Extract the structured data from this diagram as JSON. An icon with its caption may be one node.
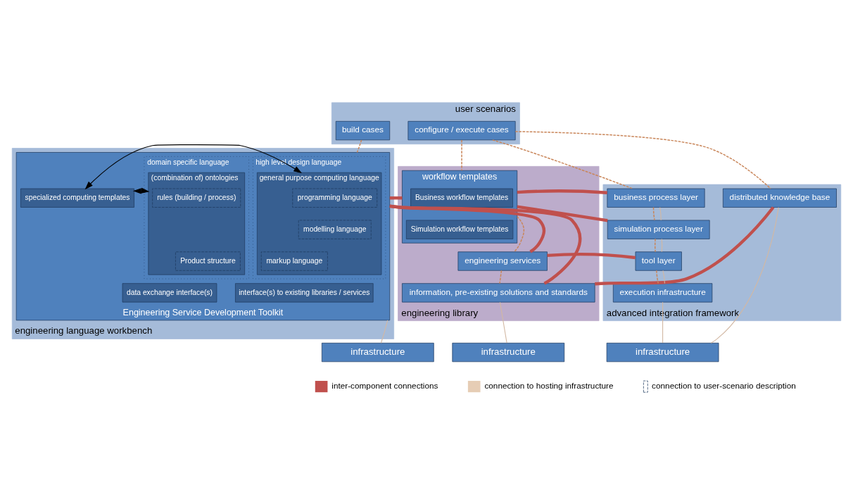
{
  "diagram": {
    "nodes": [
      {
        "text": [
          "user scenarios"
        ]
      },
      {
        "text": [
          "build cases"
        ],
        "in": 0
      },
      {
        "text": [
          "configure / execute cases"
        ],
        "in": 0
      },
      {
        "text": [
          "engineering language workbench"
        ]
      },
      {
        "text": [
          "Engineering Service Development Toolkit"
        ],
        "in": 3
      },
      {
        "text": [
          "high level design language"
        ],
        "in": 4
      },
      {
        "text": [
          "domain specific language"
        ],
        "in": 4
      },
      {
        "text": [
          "general purpose computing language"
        ],
        "in": 5
      },
      {
        "text": [
          "programming language"
        ],
        "in": 7
      },
      {
        "text": [
          "modelling language"
        ],
        "in": 7
      },
      {
        "text": [
          "markup language"
        ],
        "in": 7
      },
      {
        "text": [
          "specialized computing templates"
        ],
        "in": 4
      },
      {
        "text": [
          "(combination of) ontologies"
        ],
        "in": 6
      },
      {
        "text": [
          "rules (building / process)"
        ],
        "in": 12
      },
      {
        "text": [
          "Product structure"
        ],
        "in": 12
      },
      {
        "text": [
          "data exchange interface(s)"
        ],
        "in": 4
      },
      {
        "text": [
          "interface(s) to existing libraries / services"
        ],
        "in": 4
      },
      {
        "text": [
          "engineering library"
        ]
      },
      {
        "text": [
          "workflow templates"
        ],
        "in": 17
      },
      {
        "text": [
          "Business workflow templates"
        ],
        "in": 18
      },
      {
        "text": [
          "Simulation workflow templates"
        ],
        "in": 18
      },
      {
        "text": [
          "engineering services"
        ],
        "in": 17
      },
      {
        "text": [
          "information, pre-existing solutions and standards"
        ],
        "in": 17
      },
      {
        "text": [
          "advanced integration framework"
        ]
      },
      {
        "text": [
          "business process layer"
        ],
        "in": 23
      },
      {
        "text": [
          "simulation process layer"
        ],
        "in": 23
      },
      {
        "text": [
          "tool layer"
        ],
        "in": 23
      },
      {
        "text": [
          "execution infrastructure"
        ],
        "in": 23
      },
      {
        "text": [
          "distributed knowledge base"
        ],
        "in": 23
      },
      {
        "text": [
          "infrastructure"
        ]
      },
      {
        "text": [
          "infrastructure"
        ]
      },
      {
        "text": [
          "infrastructure"
        ]
      }
    ],
    "edges": [
      {
        "from": 7,
        "to": 11,
        "arrow": "both",
        "color": "#000000"
      },
      {
        "from": 11,
        "to": 12,
        "arrow": "both",
        "color": "#000000"
      },
      {
        "from": 1,
        "to": 4,
        "arrow": "none",
        "style": "dashed",
        "color": "#c9865a"
      },
      {
        "from": 2,
        "to": 18,
        "arrow": "none",
        "style": "dashed",
        "color": "#c9865a"
      },
      {
        "from": 18,
        "to": 21,
        "arrow": "none",
        "style": "dashed",
        "color": "#c9865a"
      },
      {
        "from": 21,
        "to": 22,
        "arrow": "none",
        "style": "dashed",
        "color": "#c9865a"
      },
      {
        "from": 2,
        "to": 24,
        "arrow": "none",
        "style": "dashed",
        "color": "#c9865a"
      },
      {
        "from": 24,
        "to": 25,
        "arrow": "none",
        "style": "dashed",
        "color": "#c9865a"
      },
      {
        "from": 25,
        "to": 26,
        "arrow": "none",
        "style": "dashed",
        "color": "#c9865a"
      },
      {
        "from": 26,
        "to": 27,
        "arrow": "none",
        "style": "dashed",
        "color": "#c9865a"
      },
      {
        "from": 2,
        "to": 28,
        "arrow": "none",
        "style": "dashed",
        "color": "#c9865a"
      },
      {
        "from": 4,
        "to": 18,
        "arrow": "none",
        "style": "thick",
        "color": "#c0504d"
      },
      {
        "from": 4,
        "to": 21,
        "arrow": "none",
        "style": "thick",
        "color": "#c0504d"
      },
      {
        "from": 4,
        "to": 22,
        "arrow": "none",
        "style": "thick",
        "color": "#c0504d"
      },
      {
        "from": 18,
        "to": 24,
        "arrow": "none",
        "style": "thick",
        "color": "#c0504d"
      },
      {
        "from": 18,
        "to": 25,
        "arrow": "none",
        "style": "thick",
        "color": "#c0504d"
      },
      {
        "from": 21,
        "to": 26,
        "arrow": "none",
        "style": "thick",
        "color": "#c0504d"
      },
      {
        "from": 22,
        "to": 28,
        "arrow": "none",
        "style": "thick",
        "color": "#c0504d"
      },
      {
        "from": 4,
        "to": 29,
        "arrow": "none",
        "color": "#d2b8a3"
      },
      {
        "from": 22,
        "to": 30,
        "arrow": "none",
        "color": "#d2b8a3"
      },
      {
        "from": 24,
        "to": 25,
        "arrow": "none",
        "color": "#d2b8a3"
      },
      {
        "from": 25,
        "to": 26,
        "arrow": "none",
        "color": "#d2b8a3"
      },
      {
        "from": 26,
        "to": 27,
        "arrow": "none",
        "color": "#d2b8a3"
      },
      {
        "from": 27,
        "to": 31,
        "arrow": "none",
        "color": "#d2b8a3"
      },
      {
        "from": 28,
        "to": 31,
        "arrow": "none",
        "color": "#d2b8a3"
      }
    ],
    "legend": [
      {
        "text": "inter-component connections",
        "color": "#c0504d"
      },
      {
        "text": "connection to hosting infrastructure",
        "color": "#e6cdb5"
      },
      {
        "text": "connection to user-scenario description"
      }
    ]
  }
}
